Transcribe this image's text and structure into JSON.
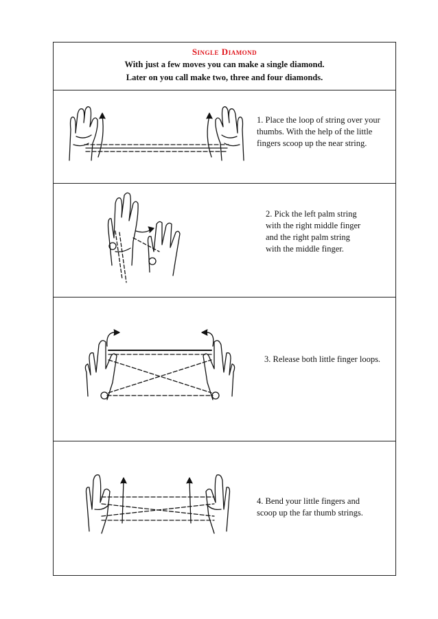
{
  "header": {
    "title": "Single Diamond",
    "subtitle_line1": "With just a few moves you can make a single diamond.",
    "subtitle_line2": "Later on you call make two, three and four diamonds."
  },
  "steps": [
    {
      "line1": "1. Place the loop of string over your",
      "line2": "thumbs. With the help of the little",
      "line3": "fingers scoop up the near string.",
      "illustration": "two-hands-loop-over-thumbs"
    },
    {
      "line1": "2. Pick the left palm string",
      "line2": "with the right middle finger",
      "line3": "and the right palm string",
      "line4": "with the middle finger.",
      "illustration": "hands-picking-palm-string"
    },
    {
      "line1": "3. Release both little finger loops.",
      "illustration": "hands-crossed-strings"
    },
    {
      "line1": "4. Bend your little fingers and",
      "line2": "scoop up the far thumb strings.",
      "illustration": "hands-bent-fingers-strings"
    }
  ],
  "colors": {
    "title": "#e0141b",
    "ink": "#111111",
    "border": "#222222"
  }
}
